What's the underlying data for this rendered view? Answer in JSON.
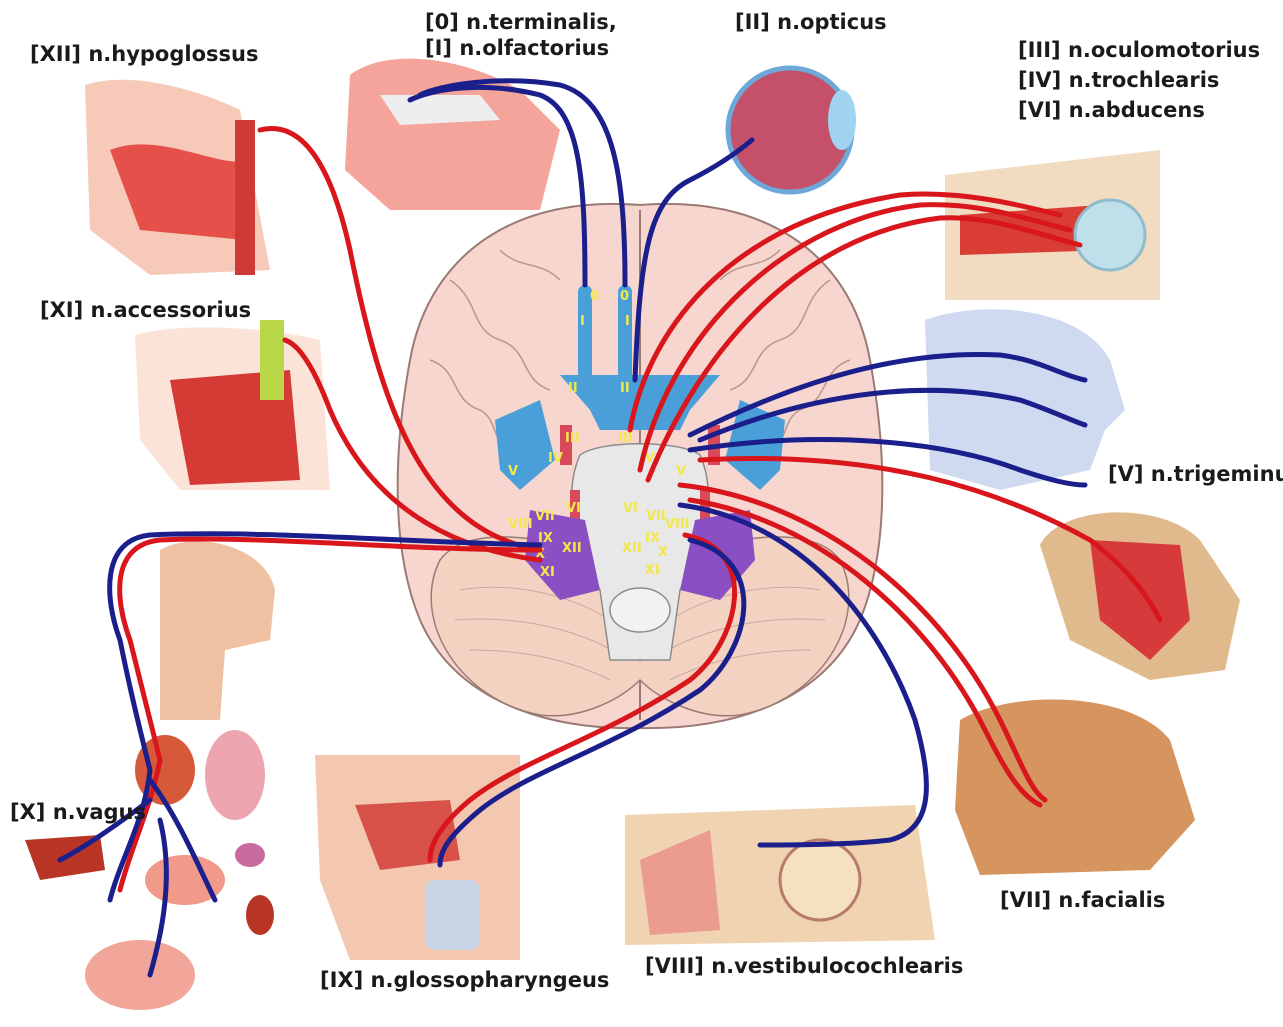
{
  "labels": {
    "hypoglossus": "[XII] n.hypoglossus",
    "terminalis": "[0] n.terminalis,",
    "olfactorius": "[I] n.olfactorius",
    "opticus": "[II] n.opticus",
    "oculomotorius": "[III] n.oculomotorius",
    "trochlearis": "[IV] n.trochlearis",
    "abducens": "[VI] n.abducens",
    "accessorius": "[XI] n.accessorius",
    "trigeminus": "[V] n.trigeminus",
    "vagus": "[X] n.vagus",
    "glossopharyngeus": "[IX] n.glossopharyngeus",
    "vestibulocochlearis": "[VIII] n.vestibulocochlearis",
    "facialis": "[VII] n.facialis"
  },
  "brain_marks": {
    "n0": "0",
    "n1": "I",
    "n2": "II",
    "n3": "III",
    "n4": "IV",
    "n5": "V",
    "n6": "VI",
    "n7": "VII",
    "n8": "VIII",
    "n9": "IX",
    "n10": "X",
    "n11": "XI",
    "n12": "XII"
  },
  "colors": {
    "motor": "#d8161b",
    "sensory": "#1b1f8c",
    "brain_fill": "#f7d6cf",
    "nerve_blue": "#4a9fd8",
    "nerve_purple": "#8a4fc2",
    "nerve_red": "#d84a5a",
    "tissue": "#e8716a"
  }
}
